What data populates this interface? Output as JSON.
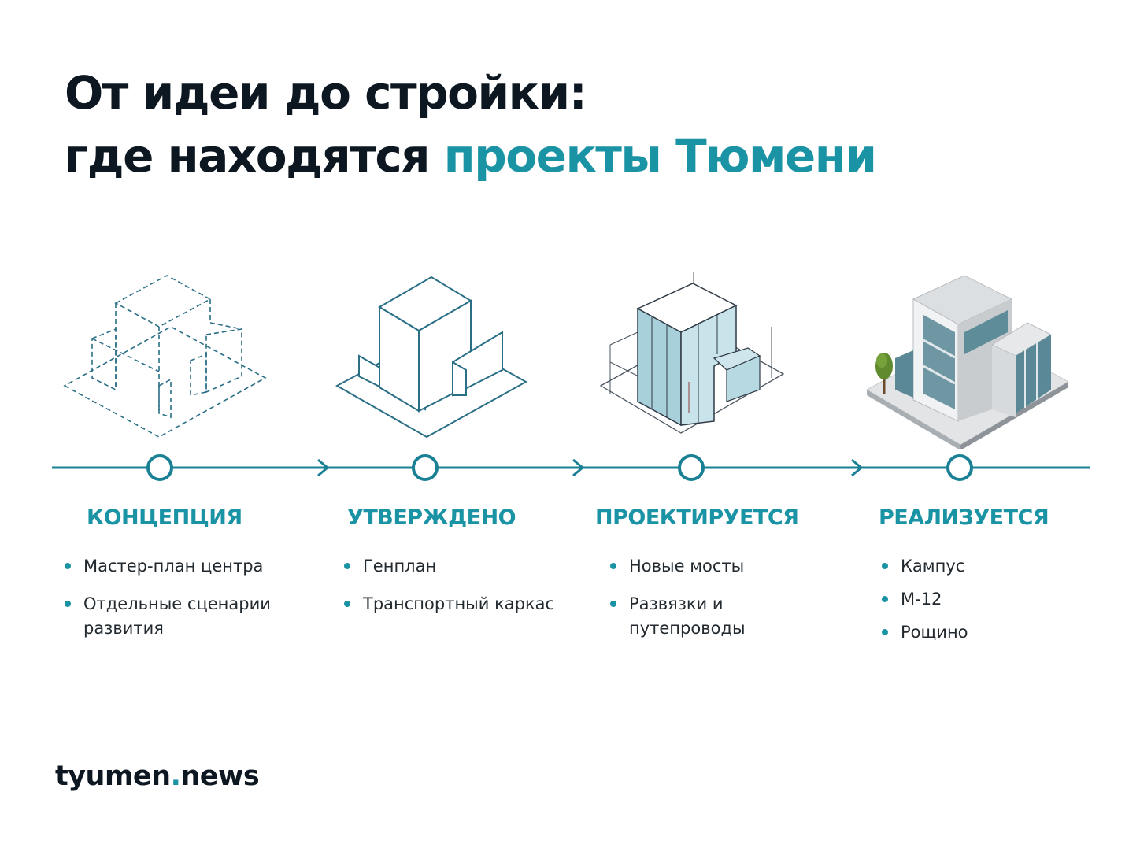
{
  "title": {
    "line1": "От идеи до стройки:",
    "line2_plain": "где находятся ",
    "line2_accent": "проекты Тюмени"
  },
  "stages": [
    {
      "label": "КОНЦЕПЦИЯ",
      "items": [
        "Мастер-план центра",
        "Отдельные сценарии развития"
      ],
      "icon": "dashed-wireframe-building-icon"
    },
    {
      "label": "УТВЕРЖДЕНО",
      "items": [
        "Генплан",
        "Транспортный каркас"
      ],
      "icon": "outline-building-icon"
    },
    {
      "label": "ПРОЕКТИРУЕТСЯ",
      "items": [
        "Новые мосты",
        "Развязки и путепроводы"
      ],
      "icon": "glass-blueprint-building-icon"
    },
    {
      "label": "РЕАЛИЗУЕТСЯ",
      "items": [
        "Кампус",
        "М-12",
        "Рощино"
      ],
      "icon": "finished-building-icon"
    }
  ],
  "brand": {
    "name": "tyumen",
    "dot": ".",
    "suffix": "news"
  },
  "colors": {
    "accent": "#1a93a4",
    "text": "#0d1721"
  }
}
